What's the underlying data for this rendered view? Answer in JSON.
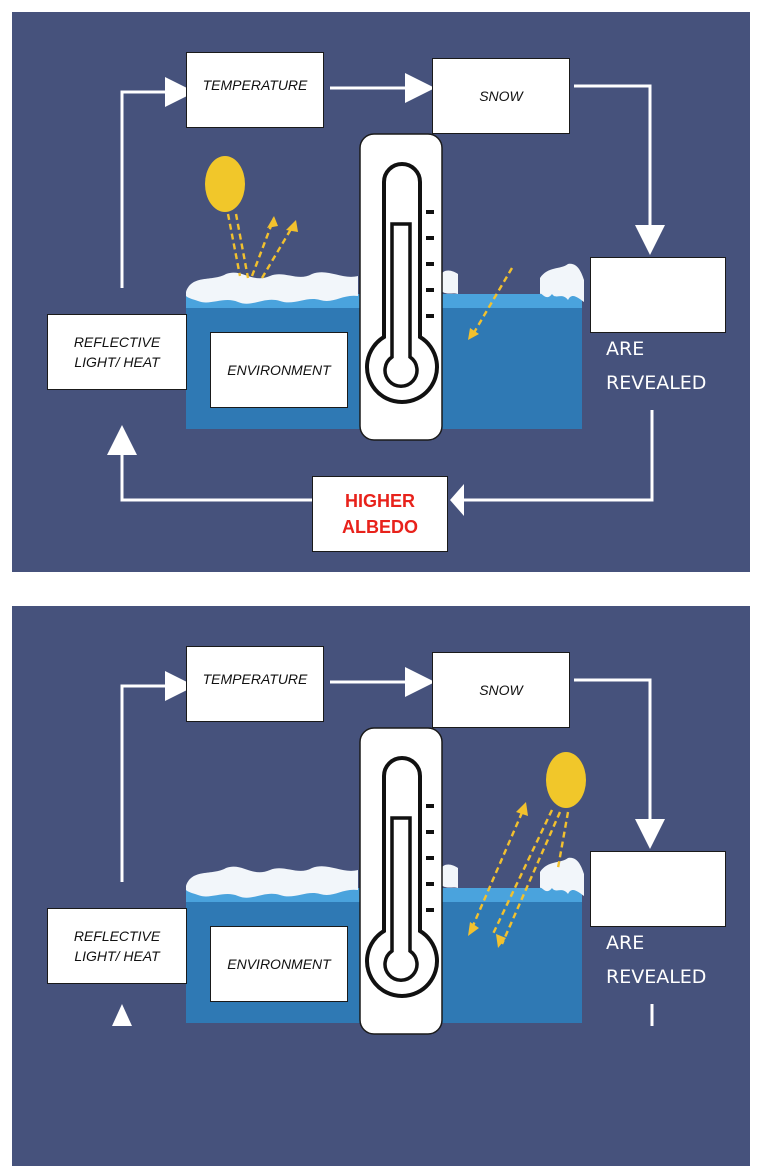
{
  "panels": [
    {
      "boxes": {
        "temperature": "TEMPERATURE",
        "snow": "SNOW",
        "reflective": "REFLECTIVE LIGHT/ HEAT",
        "environment": "ENVIRONMENT",
        "blank": ""
      },
      "revealed_line1": "ARE",
      "revealed_line2": "REVEALED",
      "albedo": "HIGHER ALBEDO"
    },
    {
      "boxes": {
        "temperature": "TEMPERATURE",
        "snow": "SNOW",
        "reflective": "REFLECTIVE LIGHT/ HEAT",
        "environment": "ENVIRONMENT",
        "blank": ""
      },
      "revealed_line1": "ARE",
      "revealed_line2": "REVEALED"
    }
  ],
  "colors": {
    "background": "#46527c",
    "water": "#2f79b4",
    "water_top": "#4aa3dd",
    "sun": "#f1c72a",
    "ray": "#f2c12e",
    "albedo_text": "#e8221b"
  },
  "icons": [
    "sun-icon",
    "thermometer-icon",
    "snow-cap-icon",
    "arrow-icon"
  ]
}
